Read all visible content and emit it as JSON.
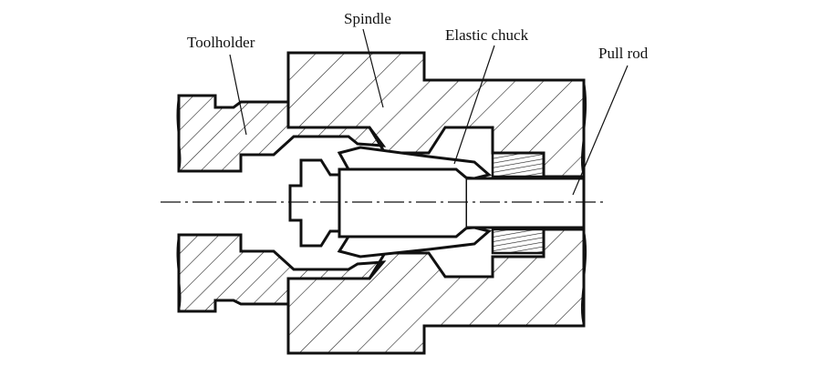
{
  "labels": {
    "toolholder": "Toolholder",
    "spindle": "Spindle",
    "elastic_chuck": "Elastic chuck",
    "pull_rod": "Pull rod"
  }
}
